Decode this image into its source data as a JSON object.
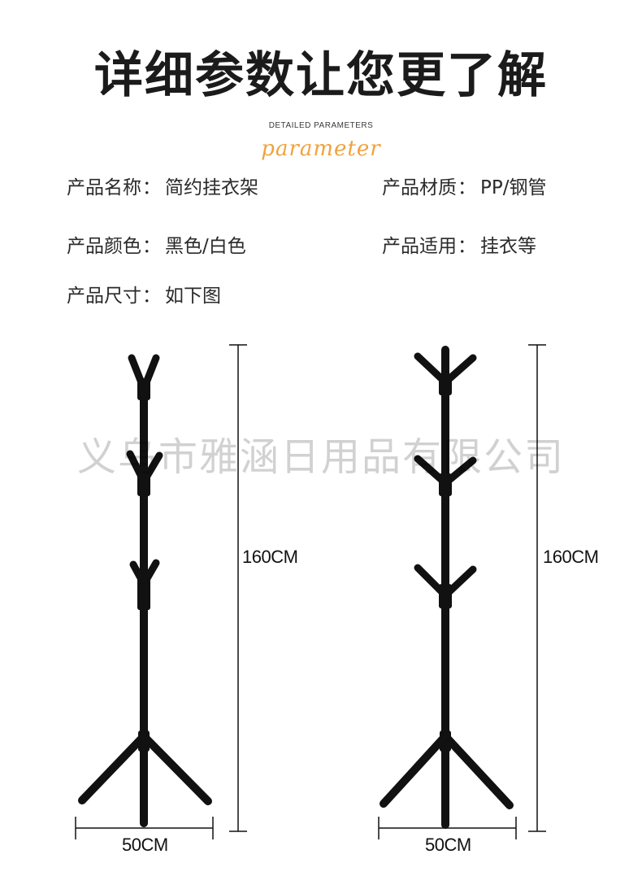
{
  "header": {
    "title": "详细参数让您更了解",
    "subtitle": "DETAILED PARAMETERS",
    "script_label": "parameter"
  },
  "specs": [
    {
      "label": "产品名称",
      "value": "简约挂衣架"
    },
    {
      "label": "产品材质",
      "value": "PP/钢管"
    },
    {
      "label": "产品颜色",
      "value": "黑色/白色"
    },
    {
      "label": "产品适用",
      "value": "挂衣等"
    },
    {
      "label": "产品尺寸",
      "value": "如下图"
    }
  ],
  "colon": "：",
  "watermark": "义乌市雅涵日用品有限公司",
  "dimensions": {
    "left": {
      "height": "160CM",
      "width": "50CM"
    },
    "right": {
      "height": "160CM",
      "width": "50CM"
    }
  },
  "colors": {
    "rack": "#111111",
    "accent": "#f0a23c",
    "text": "#1b1b1b"
  }
}
